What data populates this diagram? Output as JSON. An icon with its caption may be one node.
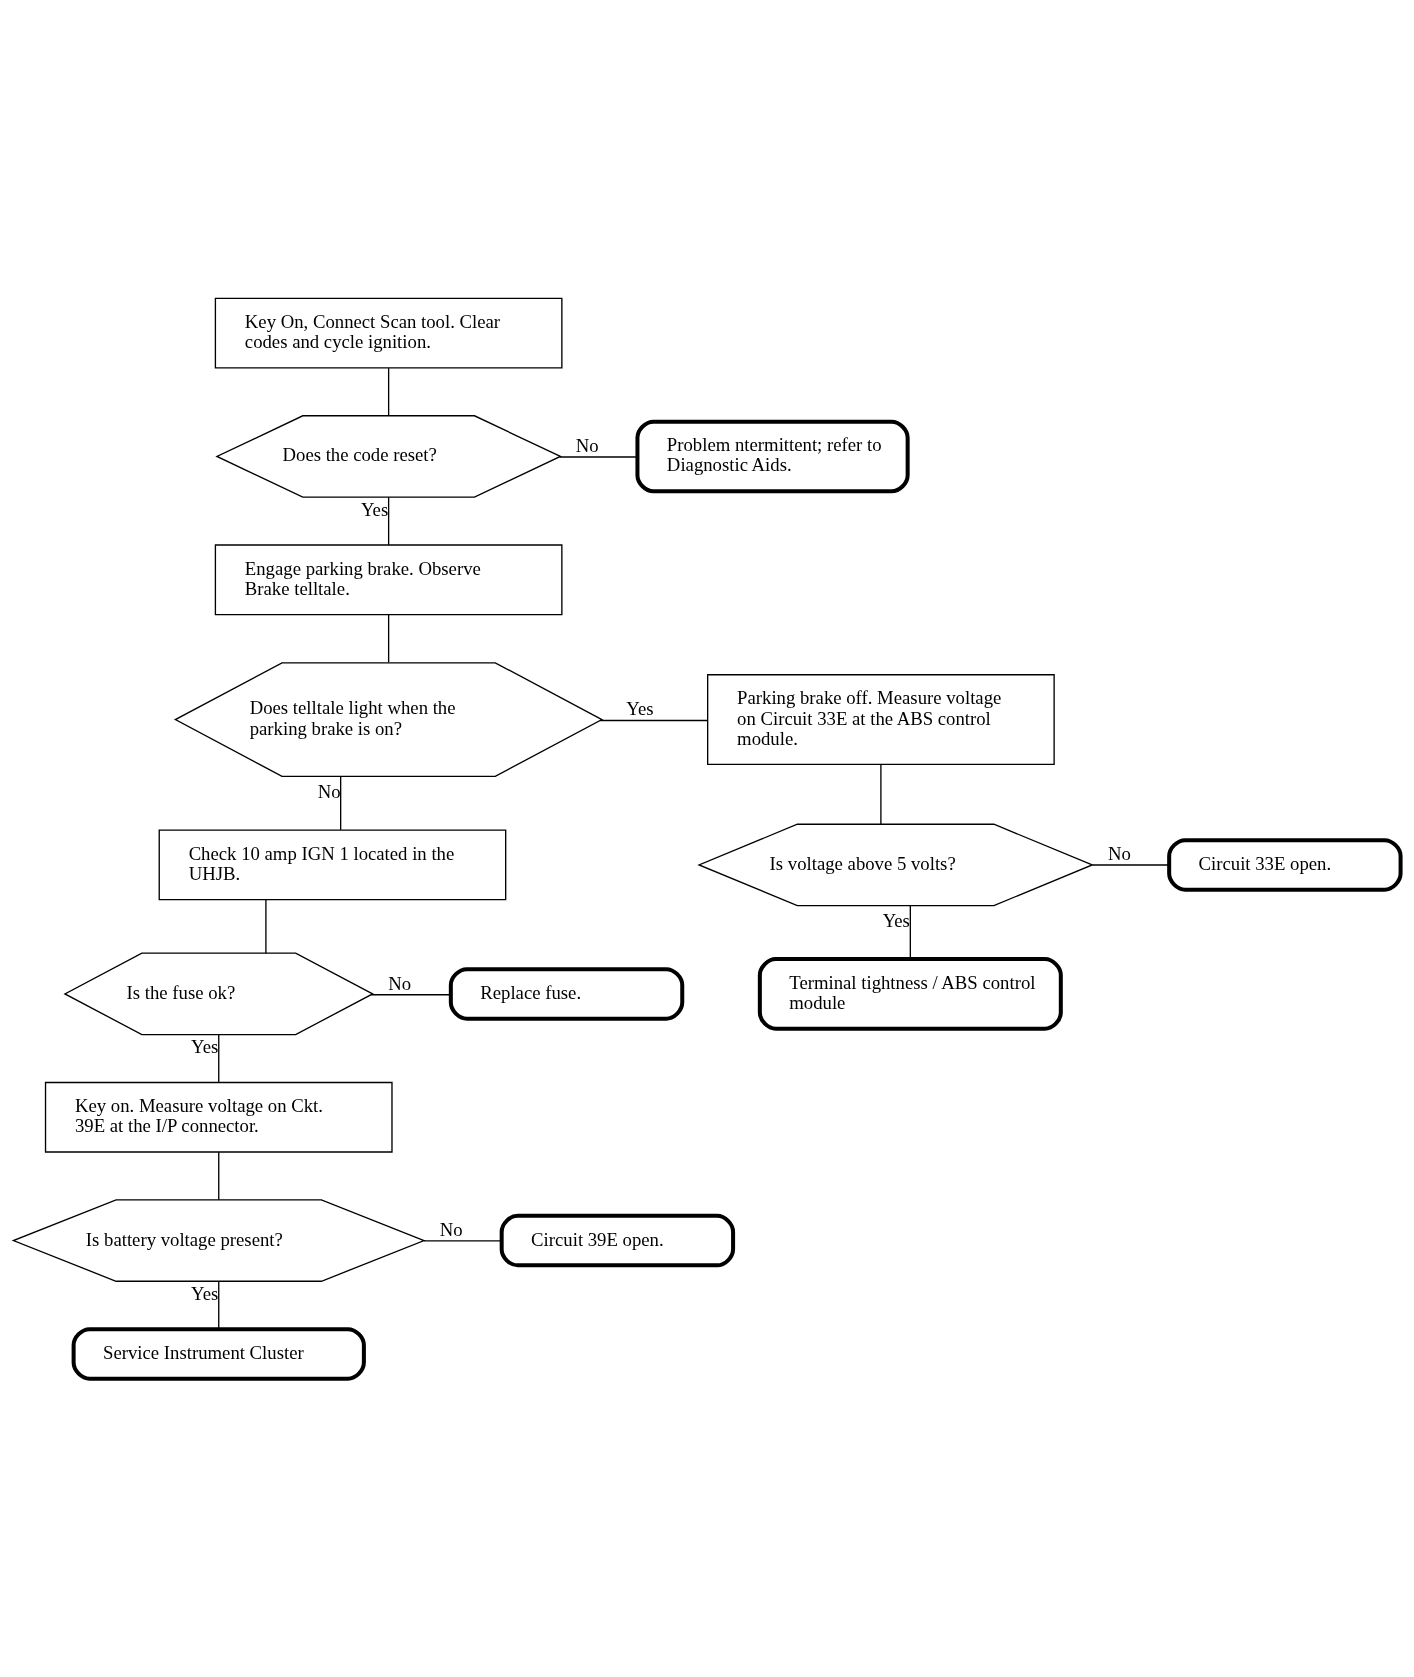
{
  "diagram": {
    "nodes": [
      {
        "text": [
          "Key On, Connect Scan tool. Clear codes and cycle ignition."
        ]
      },
      {
        "text": [
          "Does the code reset?"
        ]
      },
      {
        "text": [
          "Problem ntermittent; refer to Diagnostic Aids."
        ]
      },
      {
        "text": [
          "Engage parking brake. Observe Brake telltale."
        ]
      },
      {
        "text": [
          "Does telltale light when the parking brake is on?"
        ]
      },
      {
        "text": [
          "Parking brake off. Measure voltage on Circuit 33E at the ABS control module."
        ]
      },
      {
        "text": [
          "Is voltage above 5 volts?"
        ]
      },
      {
        "text": [
          "Circuit 33E open."
        ]
      },
      {
        "text": [
          "Terminal tightness / ABS control module"
        ]
      },
      {
        "text": [
          "Check 10 amp IGN 1 located in the UHJB."
        ]
      },
      {
        "text": [
          "Is the fuse ok?"
        ]
      },
      {
        "text": [
          "Replace fuse."
        ]
      },
      {
        "text": [
          "Key on. Measure voltage on Ckt. 39E at the I/P connector."
        ]
      },
      {
        "text": [
          "Is battery voltage present?"
        ]
      },
      {
        "text": [
          "Circuit 39E open."
        ]
      },
      {
        "text": [
          "Service Instrument Cluster"
        ]
      }
    ],
    "edges": [
      {
        "from": 0,
        "to": 1,
        "arrow": "none"
      },
      {
        "from": 1,
        "to": 2,
        "arrow": "none",
        "label": "No"
      },
      {
        "from": 1,
        "to": 3,
        "arrow": "none",
        "label": "Yes"
      },
      {
        "from": 3,
        "to": 4,
        "arrow": "none"
      },
      {
        "from": 4,
        "to": 5,
        "arrow": "none",
        "label": "Yes"
      },
      {
        "from": 5,
        "to": 6,
        "arrow": "none"
      },
      {
        "from": 6,
        "to": 7,
        "arrow": "none",
        "label": "No"
      },
      {
        "from": 6,
        "to": 8,
        "arrow": "none",
        "label": "Yes"
      },
      {
        "from": 4,
        "to": 9,
        "arrow": "none",
        "label": "No"
      },
      {
        "from": 9,
        "to": 10,
        "arrow": "none"
      },
      {
        "from": 10,
        "to": 11,
        "arrow": "none",
        "label": "No"
      },
      {
        "from": 10,
        "to": 12,
        "arrow": "none",
        "label": "Yes"
      },
      {
        "from": 12,
        "to": 13,
        "arrow": "none"
      },
      {
        "from": 13,
        "to": 14,
        "arrow": "none",
        "label": "No"
      },
      {
        "from": 13,
        "to": 15,
        "arrow": "none",
        "label": "Yes"
      }
    ]
  }
}
